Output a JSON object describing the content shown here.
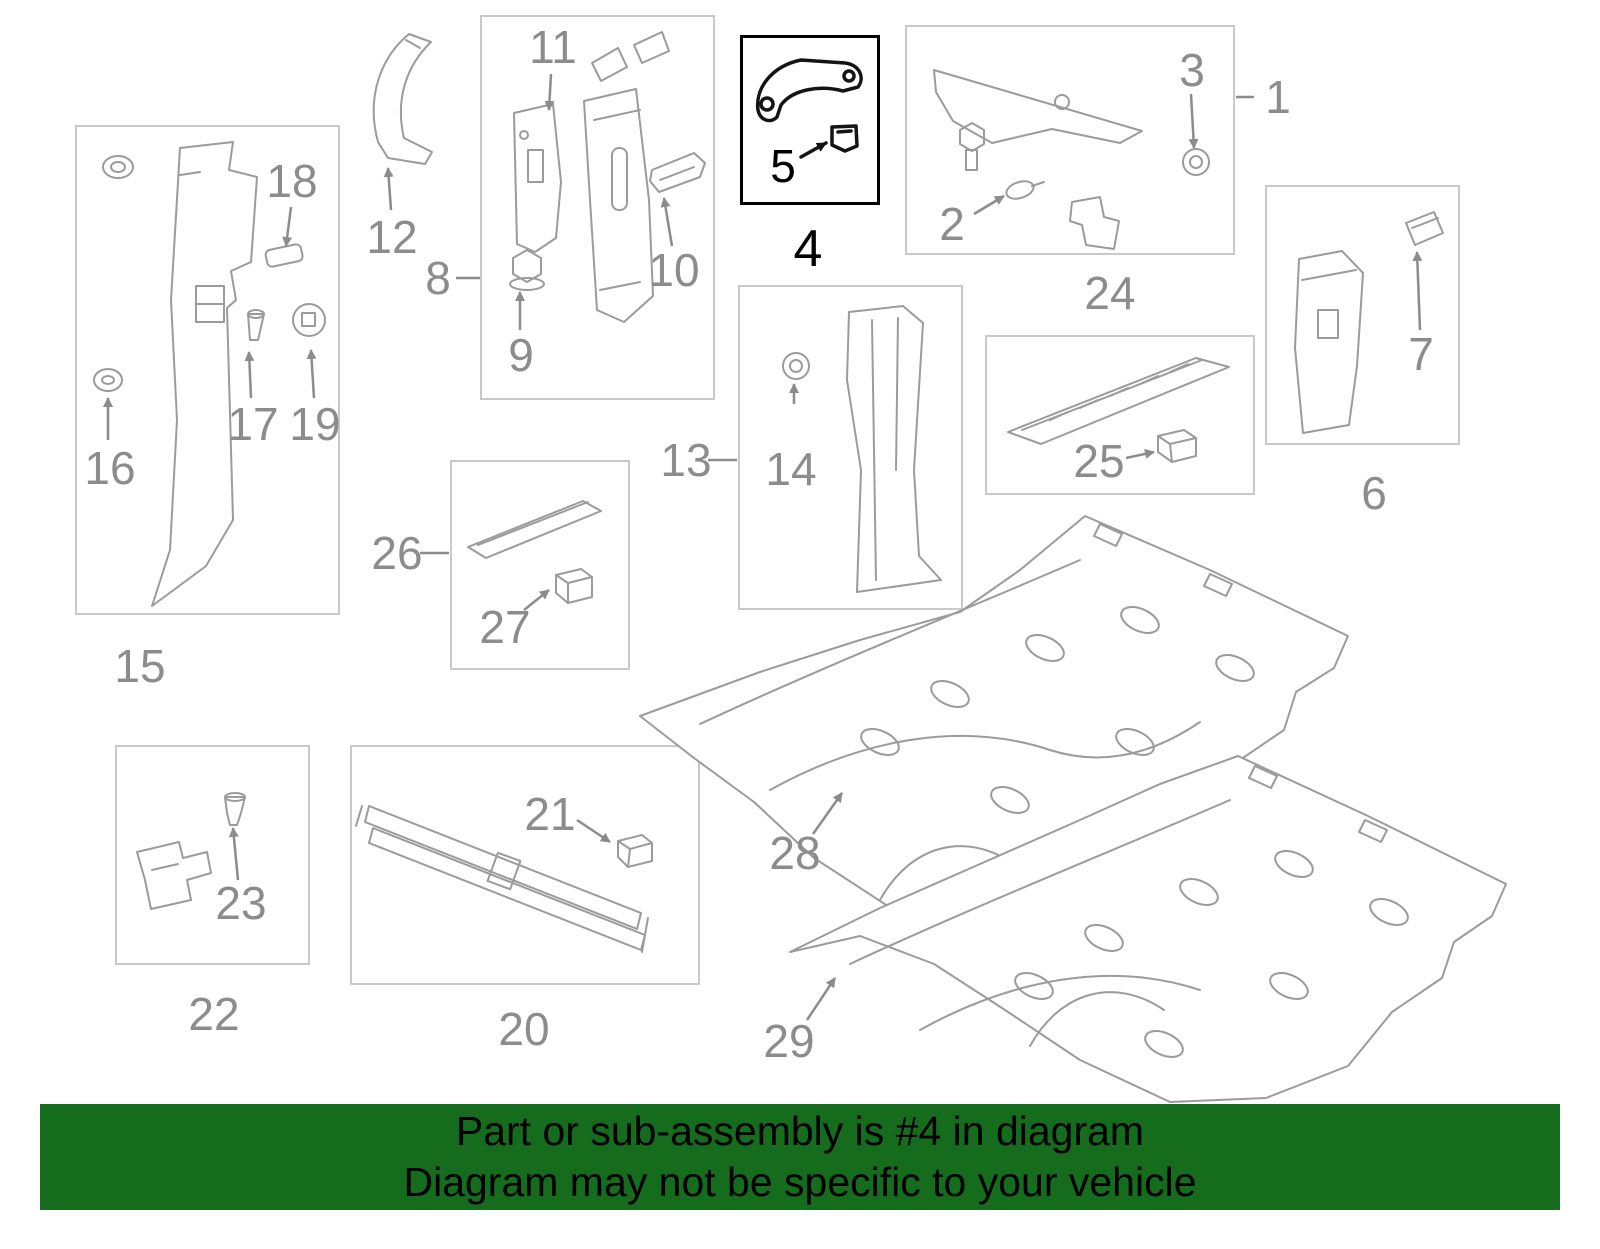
{
  "diagram": {
    "callouts": {
      "c1": "1",
      "c2": "2",
      "c3": "3",
      "c4": "4",
      "c5": "5",
      "c6": "6",
      "c7": "7",
      "c8": "8",
      "c9": "9",
      "c10": "10",
      "c11": "11",
      "c12": "12",
      "c13": "13",
      "c14": "14",
      "c15": "15",
      "c16": "16",
      "c17": "17",
      "c18": "18",
      "c19": "19",
      "c20": "20",
      "c21": "21",
      "c22": "22",
      "c23": "23",
      "c24": "24",
      "c25": "25",
      "c26": "26",
      "c27": "27",
      "c28": "28",
      "c29": "29"
    },
    "highlighted_part": "4",
    "highlighted_subpart": "5"
  },
  "banner": {
    "line1": "Part or sub-assembly is #4 in diagram",
    "line2": "Diagram may not be specific to your vehicle"
  },
  "colors": {
    "banner_bg": "#166c1d",
    "banner_text": "#000000",
    "callout_text": "#8c8c8c",
    "highlight_text": "#000000",
    "box_border": "#c9c9c9",
    "highlight_border": "#000000",
    "art_stroke": "#9b9b9b"
  }
}
